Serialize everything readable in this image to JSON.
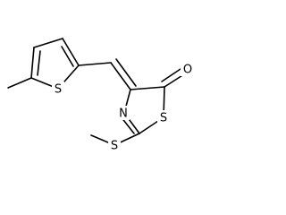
{
  "molecule": {
    "atoms": {
      "thiophene_sulfur": "S",
      "thiazolone_sulfur": "S",
      "thioether_sulfur": "S",
      "ring_nitrogen": "N",
      "carbonyl_oxygen": "O"
    }
  }
}
